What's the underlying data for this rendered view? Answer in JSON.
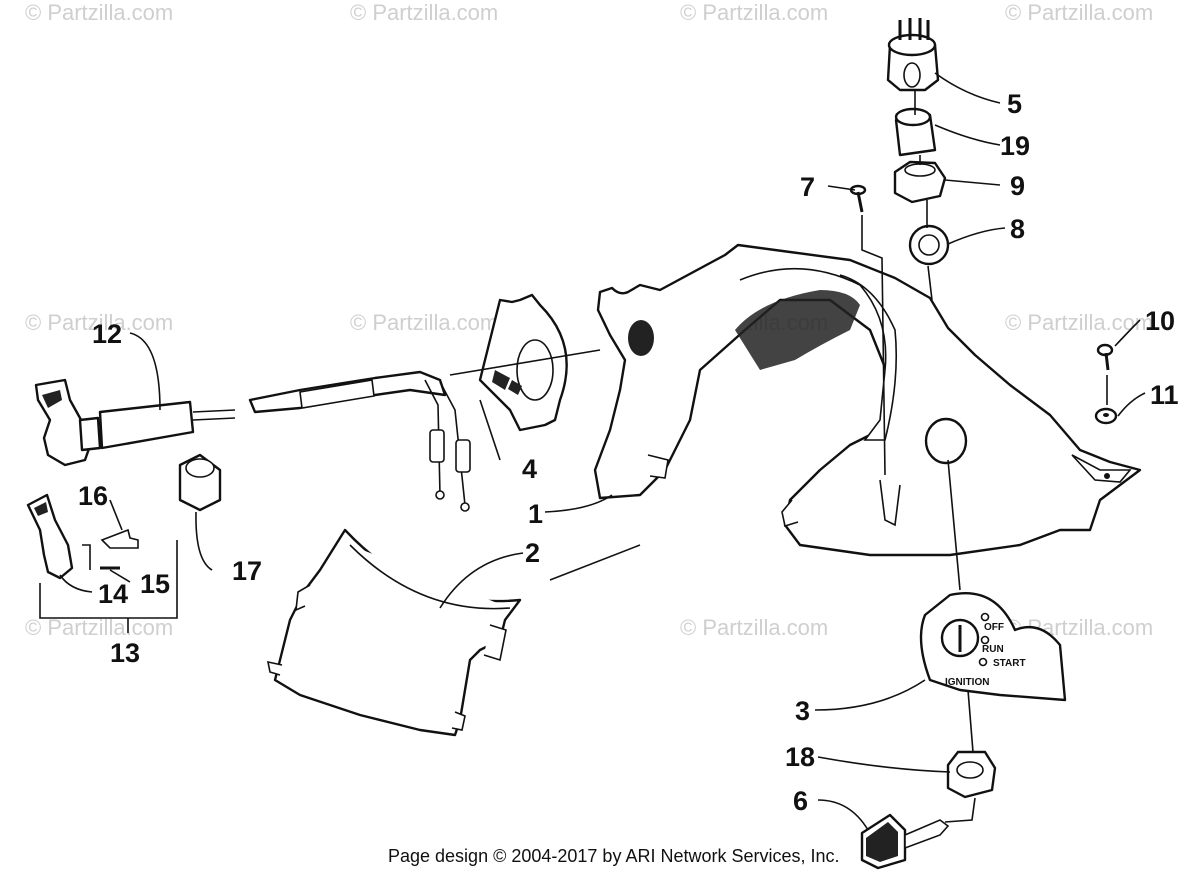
{
  "watermark": "© Partzilla.com",
  "footer": "Page design © 2004-2017 by ARI Network Services, Inc.",
  "ignition_decal": {
    "off": "OFF",
    "run": "RUN",
    "start": "START",
    "title": "IGNITION"
  },
  "callouts": [
    {
      "id": "1",
      "label": "1"
    },
    {
      "id": "2",
      "label": "2"
    },
    {
      "id": "3",
      "label": "3"
    },
    {
      "id": "4",
      "label": "4"
    },
    {
      "id": "5",
      "label": "5"
    },
    {
      "id": "6",
      "label": "6"
    },
    {
      "id": "7",
      "label": "7"
    },
    {
      "id": "8",
      "label": "8"
    },
    {
      "id": "9",
      "label": "9"
    },
    {
      "id": "10",
      "label": "10"
    },
    {
      "id": "11",
      "label": "11"
    },
    {
      "id": "12",
      "label": "12"
    },
    {
      "id": "13",
      "label": "13"
    },
    {
      "id": "14",
      "label": "14"
    },
    {
      "id": "15",
      "label": "15"
    },
    {
      "id": "16",
      "label": "16"
    },
    {
      "id": "17",
      "label": "17"
    },
    {
      "id": "18",
      "label": "18"
    },
    {
      "id": "19",
      "label": "19"
    }
  ]
}
